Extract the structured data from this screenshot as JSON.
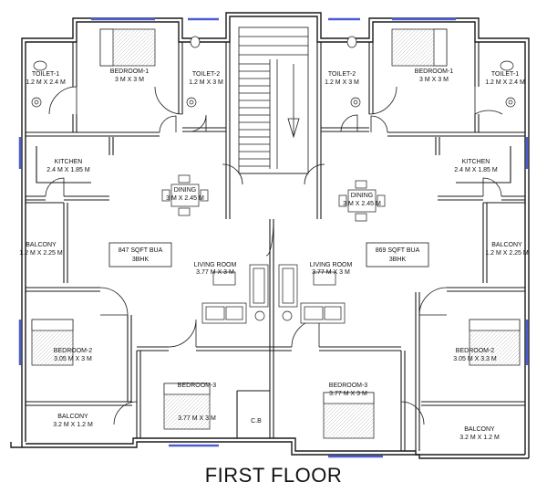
{
  "drawing_title": "FIRST FLOOR",
  "colors": {
    "line": "#1a1a1a",
    "window_blue": "#4a5ed0",
    "paper": "#ffffff"
  },
  "rooms": {
    "left_toilet1": {
      "name": "TOILET-1",
      "dim": "1.2 M X 2.4 M"
    },
    "left_bedroom1": {
      "name": "BEDROOM-1",
      "dim": "3 M X 3 M"
    },
    "left_toilet2": {
      "name": "TOILET-2",
      "dim": "1.2 M X 3 M"
    },
    "right_toilet2": {
      "name": "TOILET-2",
      "dim": "1.2 M X 3 M"
    },
    "right_bedroom1": {
      "name": "BEDROOM-1",
      "dim": "3 M X 3 M"
    },
    "right_toilet1": {
      "name": "TOILET-1",
      "dim": "1.2 M X 2.4 M"
    },
    "left_kitchen": {
      "name": "KITCHEN",
      "dim": "2.4 M X 1.85 M"
    },
    "right_kitchen": {
      "name": "KITCHEN",
      "dim": "2.4 M X 1.85 M"
    },
    "left_dining": {
      "name": "DINING",
      "dim": "3 M X 2.45 M"
    },
    "right_dining": {
      "name": "DINING",
      "dim": "3 M X 2.45 M"
    },
    "left_balcony_mid": {
      "name": "BALCONY",
      "dim": "1.2 M X 2.25 M"
    },
    "right_balcony_mid": {
      "name": "BALCONY",
      "dim": "1.2 M X 2.25 M"
    },
    "left_living": {
      "name": "LIVING ROOM",
      "dim": "3.77 M X 3 M"
    },
    "right_living": {
      "name": "LIVING ROOM",
      "dim": "3.77 M X 3 M"
    },
    "left_bedroom2": {
      "name": "BEDROOM-2",
      "dim": "3.05 M X 3 M"
    },
    "right_bedroom2": {
      "name": "BEDROOM-2",
      "dim": "3.05 M X 3.3 M"
    },
    "left_bedroom3": {
      "name": "BEDROOM-3",
      "dim": "3.77 M X 3 M"
    },
    "right_bedroom3": {
      "name": "BEDROOM-3",
      "dim": "3.77 M X 3 M"
    },
    "left_balcony_bottom": {
      "name": "BALCONY",
      "dim": "3.2 M X 1.2 M"
    },
    "right_balcony_bottom": {
      "name": "BALCONY",
      "dim": "3.2 M X 1.2 M"
    },
    "cb": {
      "name": "C.B"
    }
  },
  "units": {
    "left": {
      "area": "847 SQFT BUA",
      "type": "3BHK"
    },
    "right": {
      "area": "869 SQFT BUA",
      "type": "3BHK"
    }
  }
}
